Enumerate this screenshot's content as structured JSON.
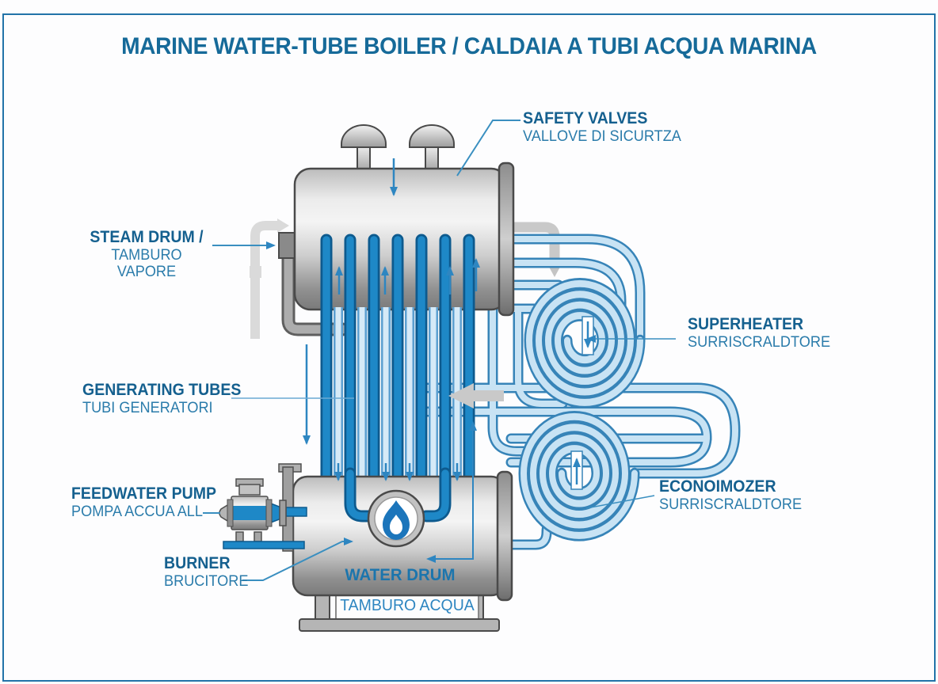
{
  "title": "MARINE WATER-TUBE BOILER / CALDAIA A TUBI ACQUA MARINA",
  "labels": {
    "safety_valves": {
      "en": "SAFETY VALVES",
      "it": "VALLOVE DI SICURTZA"
    },
    "steam_drum": {
      "en": "STEAM DRUM /",
      "it": "TAMBURO VAPORE"
    },
    "generating_tubes": {
      "en": "GENERATING TUBES",
      "it": "TUBI GENERATORI"
    },
    "feedwater_pump": {
      "en": "FEEDWATER PUMP",
      "it": "POMPA ACCUA ALL"
    },
    "burner": {
      "en": "BURNER",
      "it": "BRUCITORE"
    },
    "water_drum": {
      "en": "WATER DRUM",
      "it": "TAMBURO ACQUA"
    },
    "superheater": {
      "en": "SUPERHEATER",
      "it": "SURRISCRALDTORE"
    },
    "economizer": {
      "en": "ECONOIMOZER",
      "it": "SURRISCRALDTORE"
    }
  },
  "icons": [
    {
      "name": "flame-icon",
      "meaning": "burner flame emblem on water drum"
    },
    {
      "name": "safety-valve-icon",
      "meaning": "mushroom-shaped safety valve"
    },
    {
      "name": "flow-arrow-icon",
      "meaning": "water/steam circulation direction"
    }
  ],
  "colors": {
    "border": "#2273a8",
    "title_text": "#166a99",
    "label_en": "#15608f",
    "label_it": "#2b7cab",
    "tube_dark": "#1e88c7",
    "tube_dark_outline": "#0d5a8e",
    "tube_light_fill": "#c8e3f4",
    "tube_light_outline": "#3784b8",
    "metal_light": "#efefef",
    "metal_dark": "#7a7a7a",
    "flame_blue": "#1b75bb",
    "flow_arrow": "#2e86c1",
    "steam_grey": "#c9c9c9"
  }
}
